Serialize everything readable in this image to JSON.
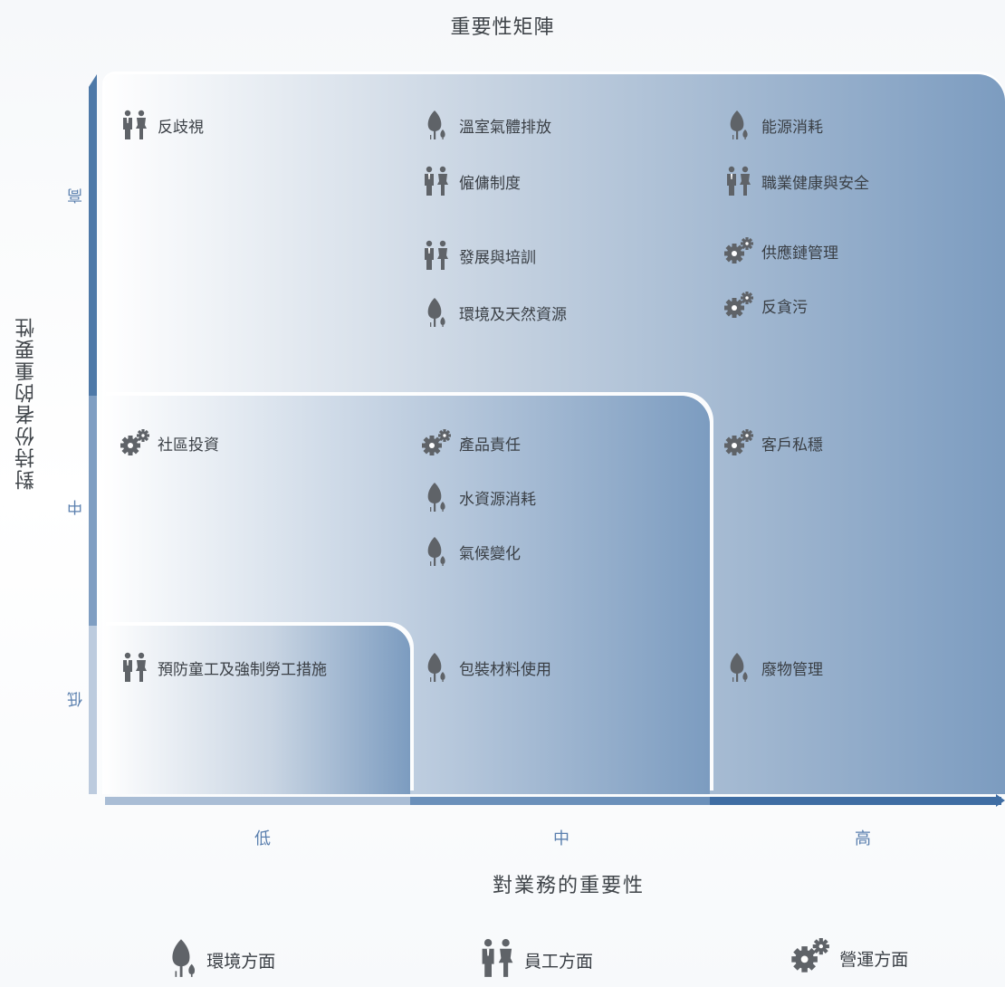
{
  "title": "重要性矩陣",
  "y_axis": {
    "label": "對持份者的重要性",
    "ticks": {
      "low": "低",
      "mid": "中",
      "high": "高"
    }
  },
  "x_axis": {
    "label": "對業務的重要性",
    "ticks": {
      "low": "低",
      "mid": "中",
      "high": "高"
    }
  },
  "colors": {
    "icon": "#5f6368",
    "axis_dark": "#3f6da3",
    "axis_mid": "#6b90ba",
    "axis_light": "#a9bdd5",
    "tick_text": "#5a7fae"
  },
  "items": [
    {
      "id": "anti-discrimination",
      "label": "反歧視",
      "category": "employee",
      "business": "低",
      "stakeholder": "高"
    },
    {
      "id": "ghg-emissions",
      "label": "溫室氣體排放",
      "category": "environment",
      "business": "中",
      "stakeholder": "高"
    },
    {
      "id": "employment",
      "label": "僱傭制度",
      "category": "employee",
      "business": "中",
      "stakeholder": "高"
    },
    {
      "id": "development-training",
      "label": "發展與培訓",
      "category": "employee",
      "business": "中",
      "stakeholder": "高"
    },
    {
      "id": "environment-natural-resources",
      "label": "環境及天然資源",
      "category": "environment",
      "business": "中",
      "stakeholder": "高"
    },
    {
      "id": "energy-consumption",
      "label": "能源消耗",
      "category": "environment",
      "business": "高",
      "stakeholder": "高"
    },
    {
      "id": "health-safety",
      "label": "職業健康與安全",
      "category": "employee",
      "business": "高",
      "stakeholder": "高"
    },
    {
      "id": "supply-chain",
      "label": "供應鏈管理",
      "category": "operation",
      "business": "高",
      "stakeholder": "高"
    },
    {
      "id": "anti-corruption",
      "label": "反貪污",
      "category": "operation",
      "business": "高",
      "stakeholder": "高"
    },
    {
      "id": "community-investment",
      "label": "社區投資",
      "category": "operation",
      "business": "低",
      "stakeholder": "中"
    },
    {
      "id": "product-responsibility",
      "label": "產品責任",
      "category": "operation",
      "business": "中",
      "stakeholder": "中"
    },
    {
      "id": "water-consumption",
      "label": "水資源消耗",
      "category": "environment",
      "business": "中",
      "stakeholder": "中"
    },
    {
      "id": "climate-change",
      "label": "氣候變化",
      "category": "environment",
      "business": "中",
      "stakeholder": "中"
    },
    {
      "id": "customer-privacy",
      "label": "客戶私穩",
      "category": "operation",
      "business": "高",
      "stakeholder": "中"
    },
    {
      "id": "child-forced-labour",
      "label": "預防童工及強制勞工措施",
      "category": "employee",
      "business": "低",
      "stakeholder": "低"
    },
    {
      "id": "packaging-materials",
      "label": "包裝材料使用",
      "category": "environment",
      "business": "中",
      "stakeholder": "低"
    },
    {
      "id": "waste-management",
      "label": "廢物管理",
      "category": "environment",
      "business": "高",
      "stakeholder": "低"
    }
  ],
  "legend": [
    {
      "category": "environment",
      "label": "環境方面",
      "icon": "tree-icon"
    },
    {
      "category": "employee",
      "label": "員工方面",
      "icon": "people-icon"
    },
    {
      "category": "operation",
      "label": "營運方面",
      "icon": "gears-icon"
    }
  ]
}
